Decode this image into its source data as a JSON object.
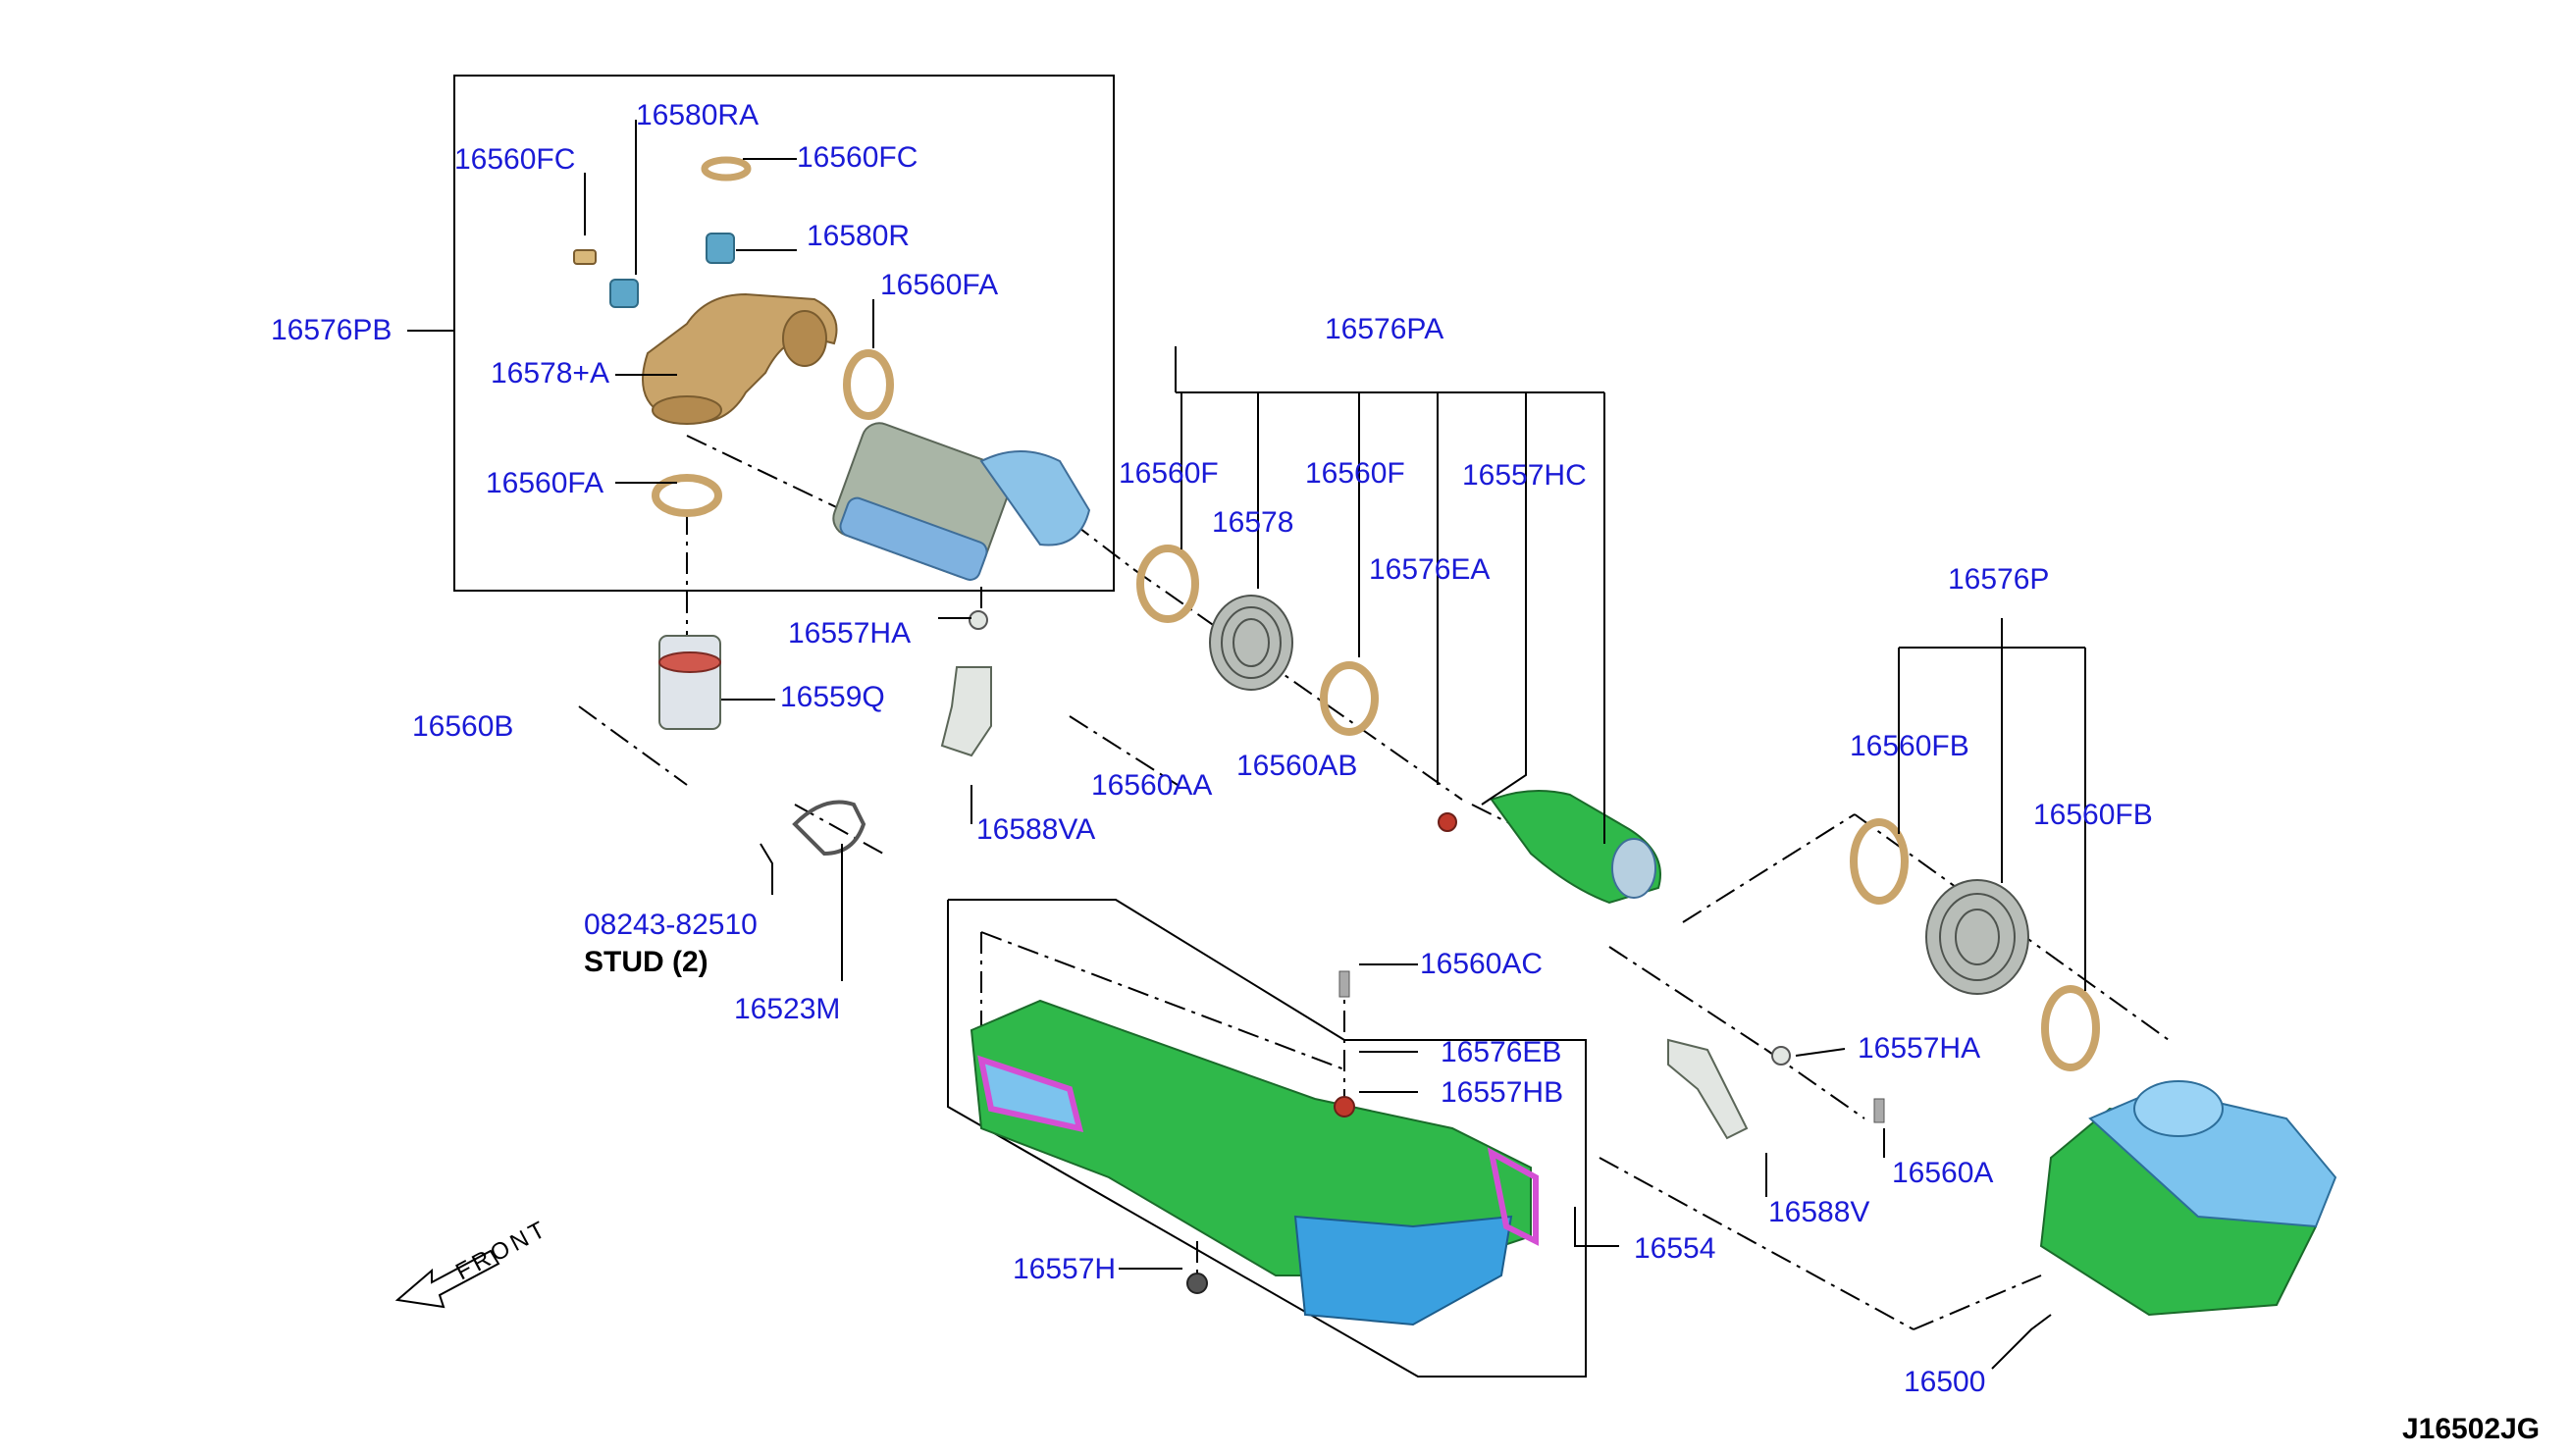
{
  "diagram_code": "J16502JG",
  "front_label": "FRONT",
  "colors": {
    "label": "#1a1ad6",
    "bronze": "#c9a46a",
    "green": "#2fb84a",
    "blue": "#3aa0e0",
    "magenta": "#d44fd4",
    "grey": "#9aa39a"
  },
  "labels": {
    "p16580RA": "16580RA",
    "p16560FC_a": "16560FC",
    "p16560FC_b": "16560FC",
    "p16580R": "16580R",
    "p16560FA_a": "16560FA",
    "p16576PB": "16576PB",
    "p16578A": "16578+A",
    "p16560FA_b": "16560FA",
    "p16576PA": "16576PA",
    "p16560F_a": "16560F",
    "p16578": "16578",
    "p16560F_b": "16560F",
    "p16557HC": "16557HC",
    "p16576EA": "16576EA",
    "p16557HA_a": "16557HA",
    "p16559Q": "16559Q",
    "p16560B": "16560B",
    "p16560AA": "16560AA",
    "p16560AB": "16560AB",
    "p16588VA": "16588VA",
    "p08243": "08243-82510",
    "stud": "STUD (2)",
    "p16523M": "16523M",
    "p16576P": "16576P",
    "p16560FB_a": "16560FB",
    "p16560FB_b": "16560FB",
    "p16560AC": "16560AC",
    "p16576EB": "16576EB",
    "p16557HB": "16557HB",
    "p16557HA_b": "16557HA",
    "p16560A": "16560A",
    "p16588V": "16588V",
    "p16554": "16554",
    "p16557H": "16557H",
    "p16500": "16500"
  }
}
